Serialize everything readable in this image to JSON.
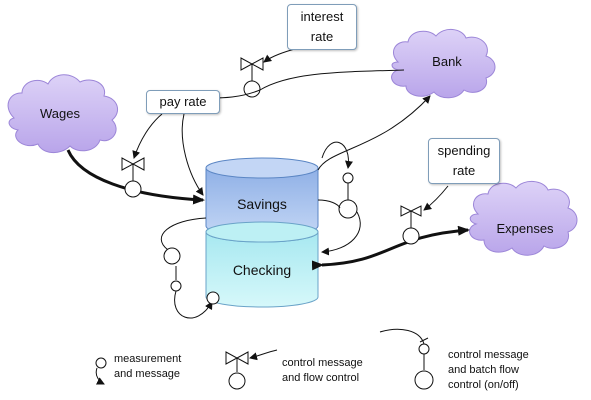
{
  "nodes": {
    "wages": "Wages",
    "bank": "Bank",
    "expenses": "Expenses",
    "savings": "Savings",
    "checking": "Checking"
  },
  "rates": {
    "interest_line1": "interest",
    "interest_line2": "rate",
    "pay_rate": "pay rate",
    "spending_line1": "spending",
    "spending_line2": "rate"
  },
  "legend": {
    "measurement_line1": "measurement",
    "measurement_line2": "and message",
    "flow_control_line1": "control message",
    "flow_control_line2": "and flow control",
    "batch_line1": "control message",
    "batch_line2": "and batch flow",
    "batch_line3": "control (on/off)"
  },
  "colors": {
    "cloud_fill": "#c8b8ee",
    "cloud_stroke": "#9c86d8",
    "savings_fill": "#a9c4ef",
    "checking_fill": "#bdf0f4",
    "box_border": "#7f9db9"
  }
}
